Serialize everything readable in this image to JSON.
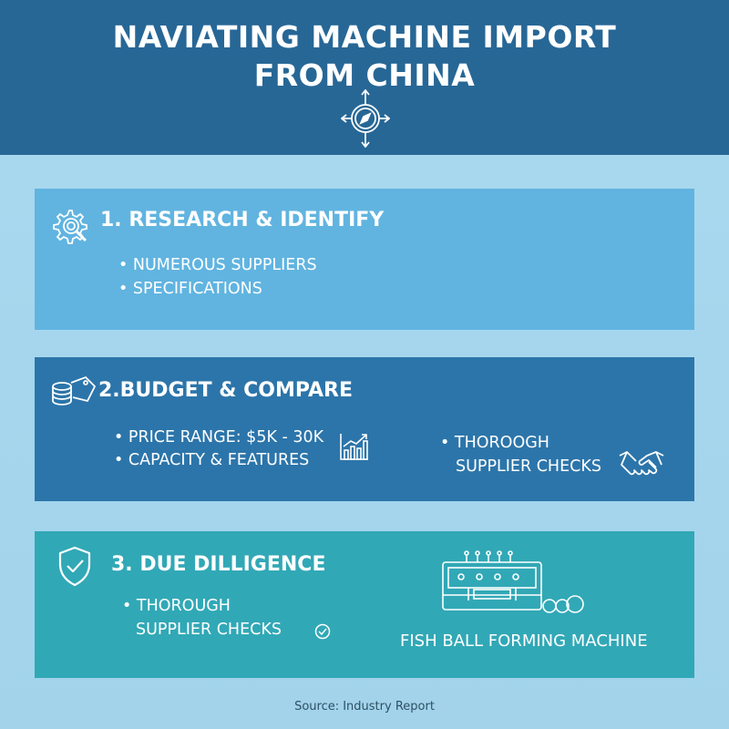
{
  "header": {
    "title_line1": "NAVIATING MACHINE IMPORT",
    "title_line2": "FROM CHINA",
    "icon": "compass-icon"
  },
  "sections": [
    {
      "title": "1. RESEARCH & IDENTIFY",
      "icon": "gear-magnifier-icon",
      "color": "#61b4e0",
      "bullets": [
        "• NUMEROUS SUPPLIERS",
        "• SPECIFICATIONS"
      ]
    },
    {
      "title": "2.BUDGET & COMPARE",
      "icon": "coins-tag-icon",
      "color": "#2c75aa",
      "bullets": [
        "• PRICE RANGE: $5K - 30K",
        "• CAPACITY & FEATURES"
      ],
      "side_bullet_line1": "• THOROOGH",
      "side_bullet_line2": "SUPPLIER CHECKS",
      "side_icons": [
        "bar-chart-icon",
        "handshake-icon"
      ]
    },
    {
      "title": "3. DUE DILLIGENCE",
      "icon": "shield-check-icon",
      "color": "#31a8b6",
      "bullet_line1": "• THOROUGH",
      "bullet_line2": "SUPPLIER CHECKS",
      "machine_caption": "FISH BALL FORMING MACHINE",
      "side_icons": [
        "check-circle-icon",
        "machine-icon",
        "fish-balls-icon"
      ]
    }
  ],
  "footer": {
    "source": "Source: Industry Report"
  }
}
